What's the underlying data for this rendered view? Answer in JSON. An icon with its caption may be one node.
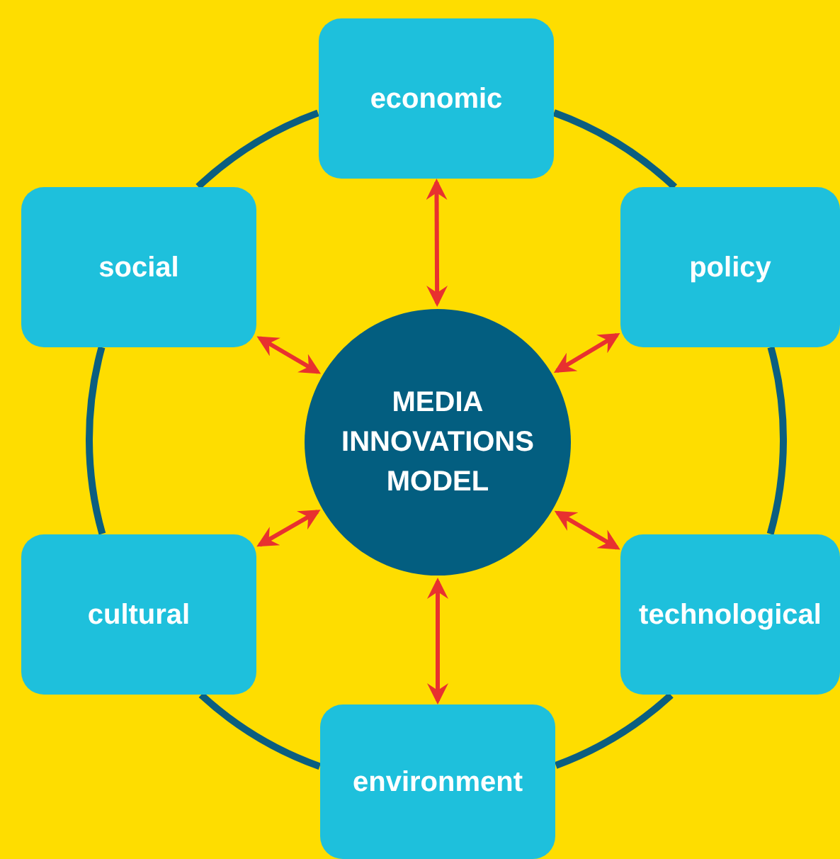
{
  "diagram": {
    "nodes": [
      {
        "text": [
          "economic"
        ]
      },
      {
        "text": [
          "social"
        ]
      },
      {
        "text": [
          "policy"
        ]
      },
      {
        "text": [
          "MEDIA INNOVATIONS MODEL"
        ]
      },
      {
        "text": [
          "cultural"
        ]
      },
      {
        "text": [
          "technological"
        ]
      },
      {
        "text": [
          "environment"
        ]
      }
    ],
    "edges": [
      {
        "from": 0,
        "to": 2,
        "arrow": "none",
        "color": "#0b5e80"
      },
      {
        "from": 2,
        "to": 5,
        "arrow": "none",
        "color": "#0b5e80"
      },
      {
        "from": 5,
        "to": 6,
        "arrow": "none",
        "color": "#0b5e80"
      },
      {
        "from": 6,
        "to": 4,
        "arrow": "none",
        "color": "#0b5e80"
      },
      {
        "from": 4,
        "to": 1,
        "arrow": "none",
        "color": "#0b5e80"
      },
      {
        "from": 1,
        "to": 0,
        "arrow": "none",
        "color": "#0b5e80"
      },
      {
        "from": 3,
        "to": 0,
        "arrow": "both",
        "color": "#e8312f"
      },
      {
        "from": 3,
        "to": 2,
        "arrow": "both",
        "color": "#e8312f"
      },
      {
        "from": 3,
        "to": 5,
        "arrow": "both",
        "color": "#e8312f"
      },
      {
        "from": 3,
        "to": 6,
        "arrow": "both",
        "color": "#e8312f"
      },
      {
        "from": 3,
        "to": 4,
        "arrow": "both",
        "color": "#e8312f"
      },
      {
        "from": 3,
        "to": 1,
        "arrow": "both",
        "color": "#e8312f"
      }
    ]
  }
}
